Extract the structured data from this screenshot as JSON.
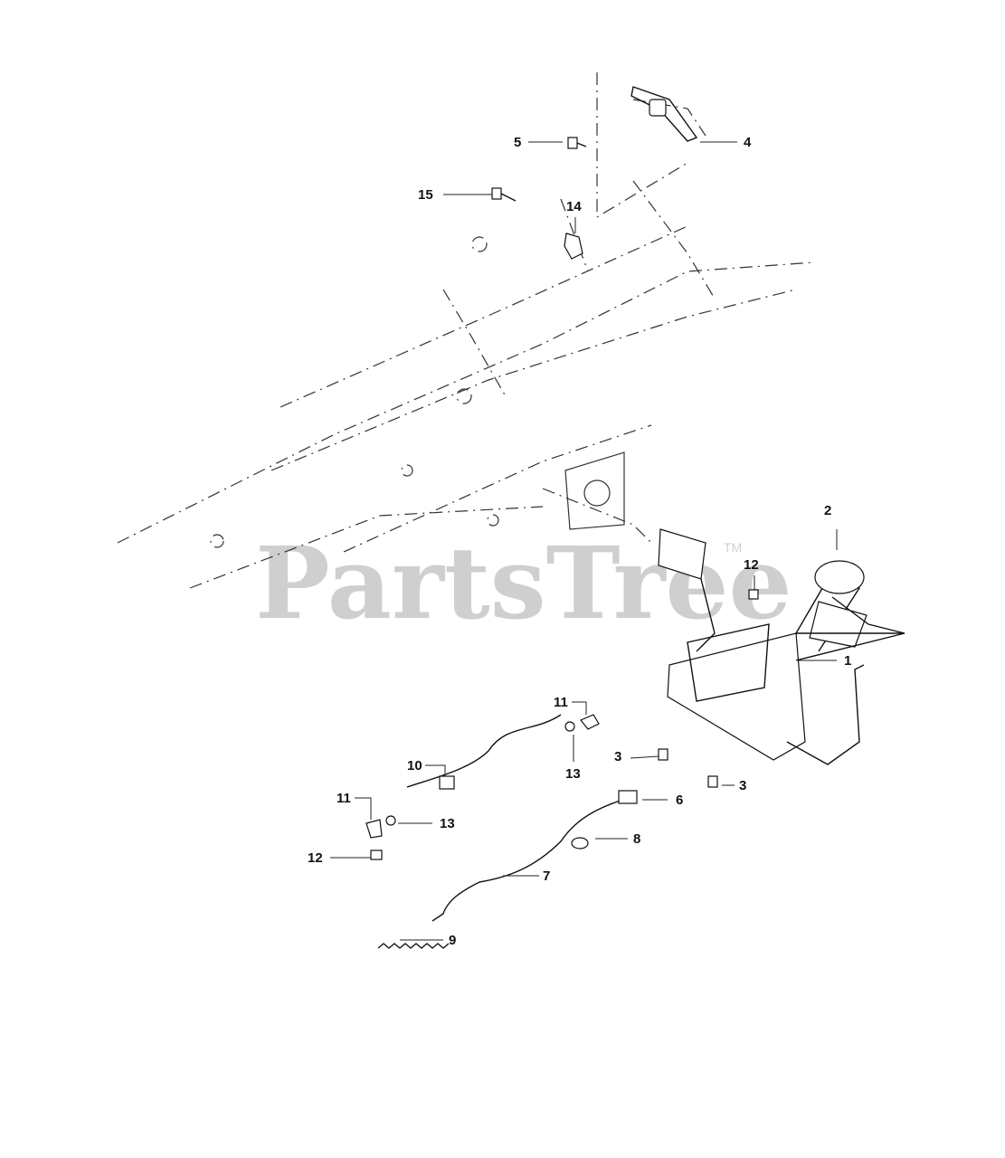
{
  "watermark": {
    "text": "PartsTree",
    "trademark": "TM"
  },
  "callouts": {
    "c1": "1",
    "c2": "2",
    "c3a": "3",
    "c3b": "3",
    "c4": "4",
    "c5": "5",
    "c6": "6",
    "c7": "7",
    "c8": "8",
    "c9": "9",
    "c10": "10",
    "c11a": "11",
    "c11b": "11",
    "c12a": "12",
    "c12b": "12",
    "c13a": "13",
    "c13b": "13",
    "c14": "14",
    "c15": "15"
  }
}
